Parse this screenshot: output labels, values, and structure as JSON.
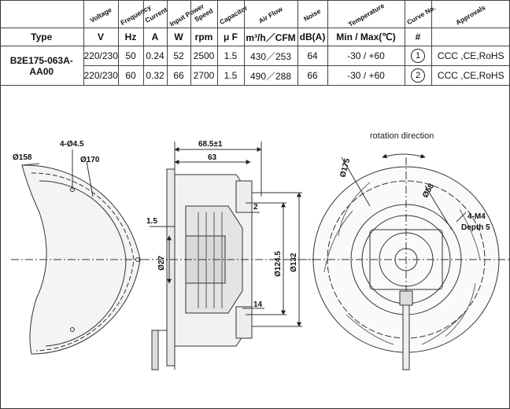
{
  "headers": {
    "voltage": "Voltage",
    "frequency": "Frequency",
    "current": "Current",
    "input_power": "Input Power",
    "speed": "Speed",
    "capacitor": "Capacitor",
    "air_flow": "Air Flow",
    "noise": "Noise",
    "temperature": "Temperature",
    "curve_no": "Curve No.",
    "approvals": "Approvals"
  },
  "units": {
    "type": "Type",
    "voltage": "V",
    "frequency": "Hz",
    "current": "A",
    "input_power": "W",
    "speed": "rpm",
    "capacitor": "μ F",
    "air_flow": "m³/h／CFM",
    "noise": "dB(A)",
    "temperature": "Min / Max(℃)",
    "curve_no": "#"
  },
  "model": "B2E175-063A-AA00",
  "rows": [
    {
      "voltage": "220/230",
      "frequency": "50",
      "current": "0.24",
      "input_power": "52",
      "speed": "2500",
      "capacitor": "1.5",
      "air_flow": "430／253",
      "noise": "64",
      "temperature": "-30 / +60",
      "curve": "1",
      "approvals": "CCC ,CE,RoHS"
    },
    {
      "voltage": "220/230",
      "frequency": "60",
      "current": "0.32",
      "input_power": "66",
      "speed": "2700",
      "capacitor": "1.5",
      "air_flow": "490／288",
      "noise": "66",
      "temperature": "-30 / +60",
      "curve": "2",
      "approvals": "CCC ,CE,RoHS"
    }
  ],
  "drawing": {
    "left": {
      "d158": "Ø158",
      "holes": "4-Ø4.5",
      "d170": "Ø170"
    },
    "side": {
      "w685": "68.5±1",
      "w63": "63",
      "d15": "1.5",
      "d2": "2",
      "d27": "Ø27",
      "d1245": "Ø124.5",
      "d132": "Ø132",
      "d14": "14"
    },
    "right": {
      "rotation": "rotation direction",
      "d175": "Ø175",
      "d58": "Ø58",
      "m4": "4-M4",
      "depth": "Depth 5"
    }
  }
}
